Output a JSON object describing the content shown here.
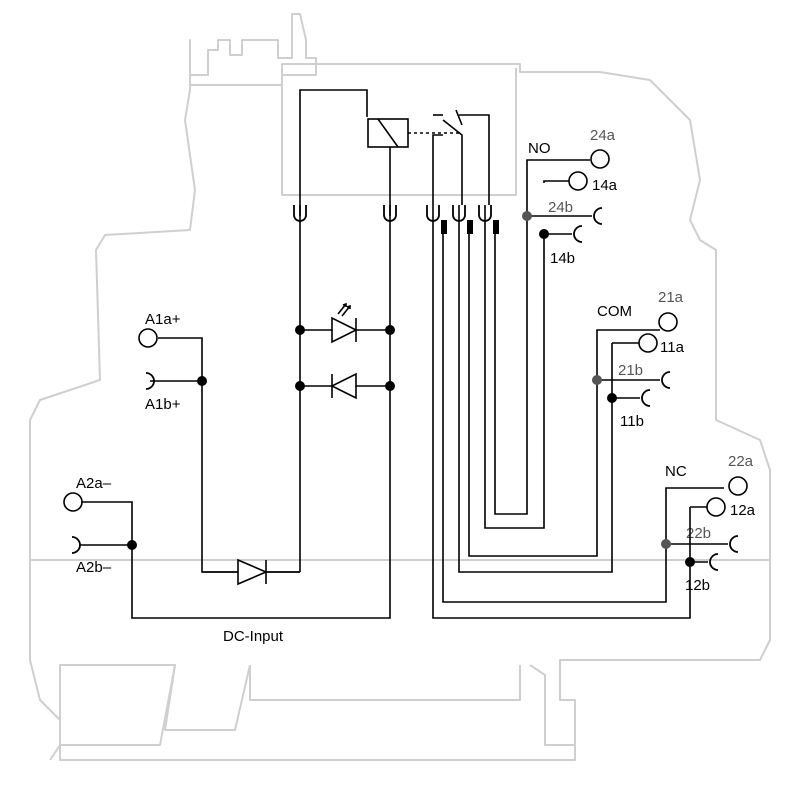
{
  "diagram": {
    "input_terminals": {
      "a1a": "A1a+",
      "a1b": "A1b+",
      "a2a": "A2a–",
      "a2b": "A2b–"
    },
    "input_caption": "DC-Input",
    "contact_groups": {
      "no": {
        "label": "NO",
        "t24a": "24a",
        "t14a": "14a",
        "t24b": "24b",
        "t14b": "14b"
      },
      "com": {
        "label": "COM",
        "t21a": "21a",
        "t11a": "11a",
        "t21b": "21b",
        "t11b": "11b"
      },
      "nc": {
        "label": "NC",
        "t22a": "22a",
        "t12a": "12a",
        "t22b": "22b",
        "t12b": "12b"
      }
    },
    "components": [
      "relay-coil",
      "led-indicator",
      "protection-diode",
      "series-diode"
    ],
    "colors": {
      "housing": "#cfcfcf",
      "wiring": "#000000",
      "secondary": "#555555"
    }
  }
}
